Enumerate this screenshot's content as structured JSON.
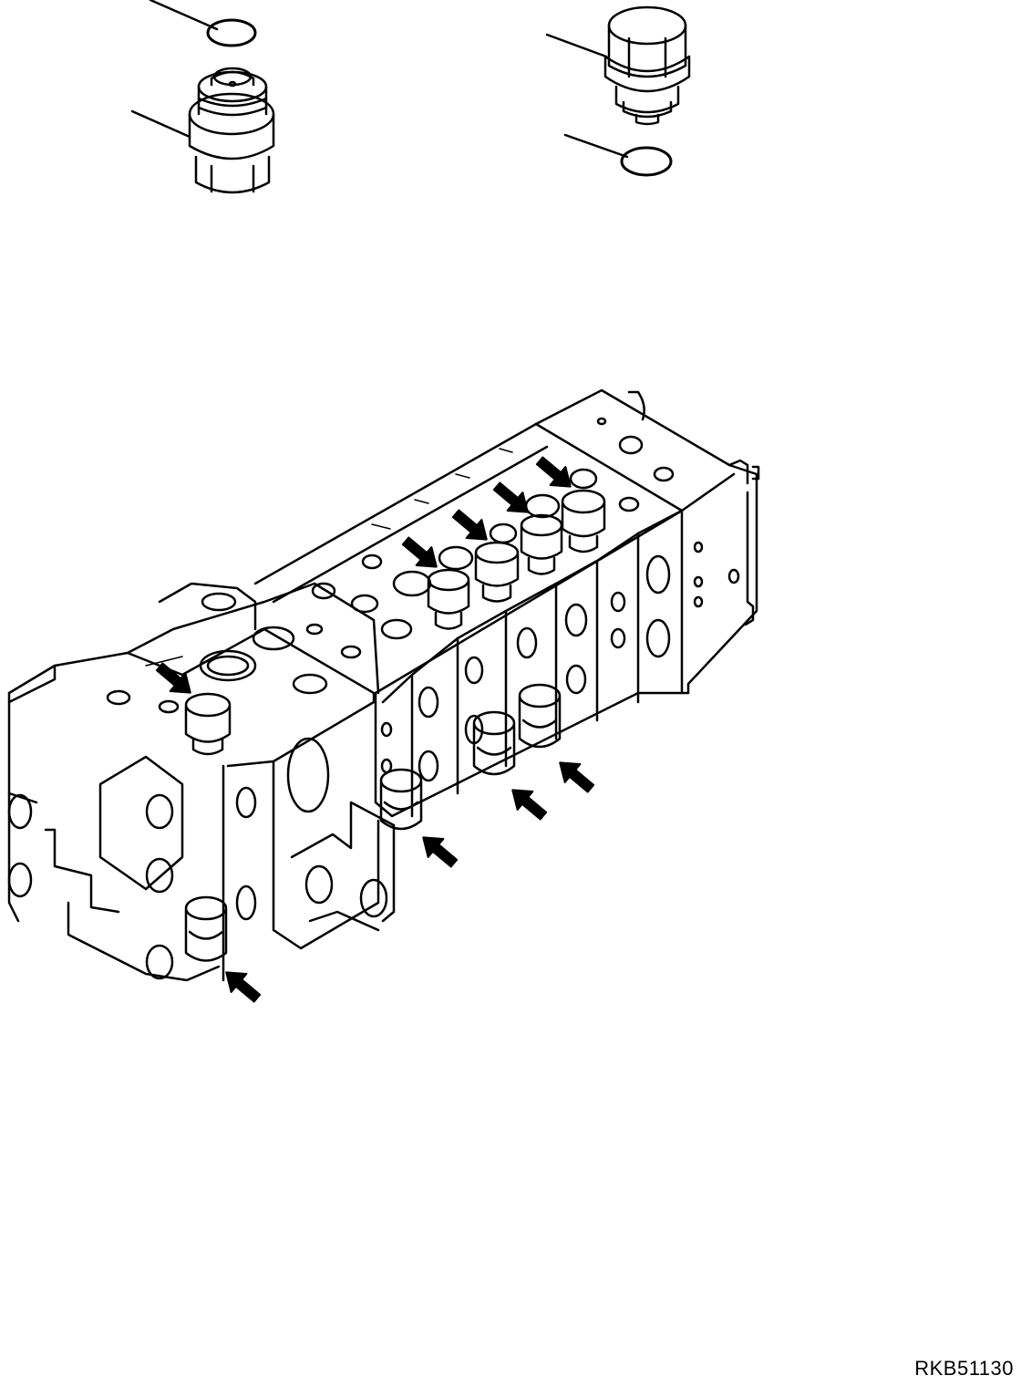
{
  "figure": {
    "reference_code": "RKB51130",
    "colors": {
      "line": "#000000",
      "background": "#ffffff"
    },
    "detail_parts": [
      {
        "name": "o-ring",
        "icon": "o-ring-icon"
      },
      {
        "name": "relief-valve-plug",
        "icon": "valve-cartridge-icon"
      },
      {
        "name": "cap-plug",
        "icon": "cap-plug-icon"
      },
      {
        "name": "o-ring",
        "icon": "o-ring-icon"
      }
    ],
    "arrow_count": 9
  }
}
